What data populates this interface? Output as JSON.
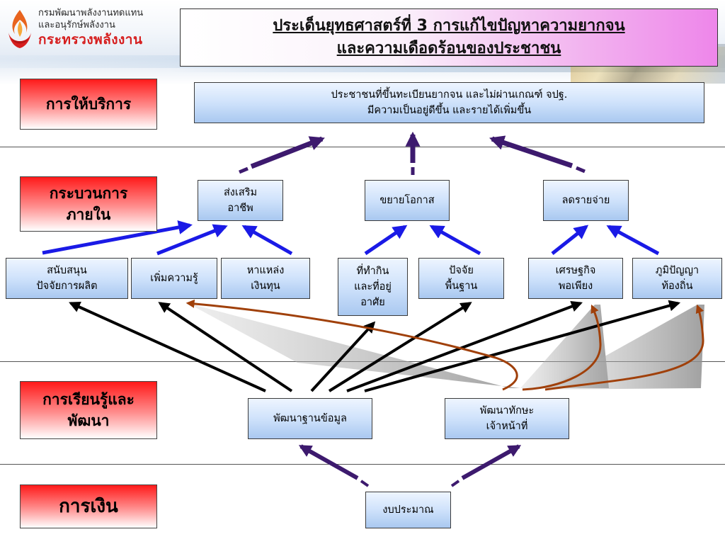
{
  "header": {
    "org_line1": "กรมพัฒนาพลังงานทดแทน",
    "org_line2": "และอนุรักษ์พลังงาน",
    "ministry": "กระทรวงพลังงาน"
  },
  "title": {
    "line1": "ประเด็นยุทธศาสตร์ที่ 3  การแก้ไขปัญหาความยากจน",
    "line2": "และความเดือดร้อนของประชาชน"
  },
  "sections": {
    "service": "การให้บริการ",
    "internal_line1": "กระบวนการ",
    "internal_line2": "ภายใน",
    "learning_line1": "การเรียนรู้และ",
    "learning_line2": "พัฒนา",
    "finance": "การเงิน"
  },
  "nodes": {
    "goal_line1": "ประชาชนที่ขึ้นทะเบียนยากจน และไม่ผ่านเกณฑ์ จปฐ.",
    "goal_line2": "มีความเป็นอยู่ดีขึ้น และรายได้เพิ่มขึ้น",
    "career_line1": "ส่งเสริม",
    "career_line2": "อาชีพ",
    "opportunity": "ขยายโอกาส",
    "reduce_expense": "ลดรายจ่าย",
    "support_line1": "สนับสนุน",
    "support_line2": "ปัจจัยการผลิต",
    "knowledge": "เพิ่มความรู้",
    "funding_line1": "หาแหล่ง",
    "funding_line2": "เงินทุน",
    "land_line1": "ที่ทำกิน",
    "land_line2": "และที่อยู่",
    "land_line3": "อาศัย",
    "infra_line1": "ปัจจัย",
    "infra_line2": "พื้นฐาน",
    "sufficiency_line1": "เศรษฐกิจ",
    "sufficiency_line2": "พอเพียง",
    "wisdom_line1": "ภูมิปัญญา",
    "wisdom_line2": "ท้องถิ่น",
    "database": "พัฒนาฐานข้อมูล",
    "staff_line1": "พัฒนาทักษะ",
    "staff_line2": "เจ้าหน้าที่",
    "budget": "งบประมาณ"
  },
  "colors": {
    "section_label": "#ff1a1a",
    "node_fill": "#cfe2fb",
    "arrow_purple": "#3d1a6e",
    "arrow_blue": "#1a1ae6",
    "arrow_black": "#000000",
    "arrow_brown": "#a0400a",
    "title_fill": "#ee86ea"
  }
}
